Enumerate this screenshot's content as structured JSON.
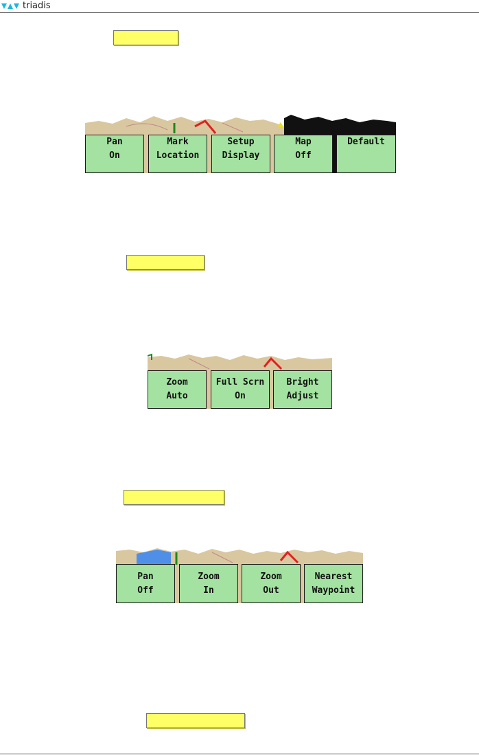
{
  "header": {
    "brand": "triadis"
  },
  "strips": [
    {
      "keys": [
        {
          "label": "Pan\nOn"
        },
        {
          "label": "Mark\nLocation"
        },
        {
          "label": "Setup\nDisplay"
        },
        {
          "label": "Map\nOff"
        },
        {
          "label": "Default"
        }
      ]
    },
    {
      "keys": [
        {
          "label": "Zoom\nAuto"
        },
        {
          "label": "Full Scrn\nOn"
        },
        {
          "label": "Bright\nAdjust"
        }
      ]
    },
    {
      "keys": [
        {
          "label": "Pan\nOff"
        },
        {
          "label": "Zoom\nIn"
        },
        {
          "label": "Zoom\nOut"
        },
        {
          "label": "Nearest\nWaypoint"
        }
      ]
    }
  ],
  "colors": {
    "key_bg": "#a3e2a0",
    "highlight": "#ffff66",
    "logo": "#19b8e2"
  }
}
